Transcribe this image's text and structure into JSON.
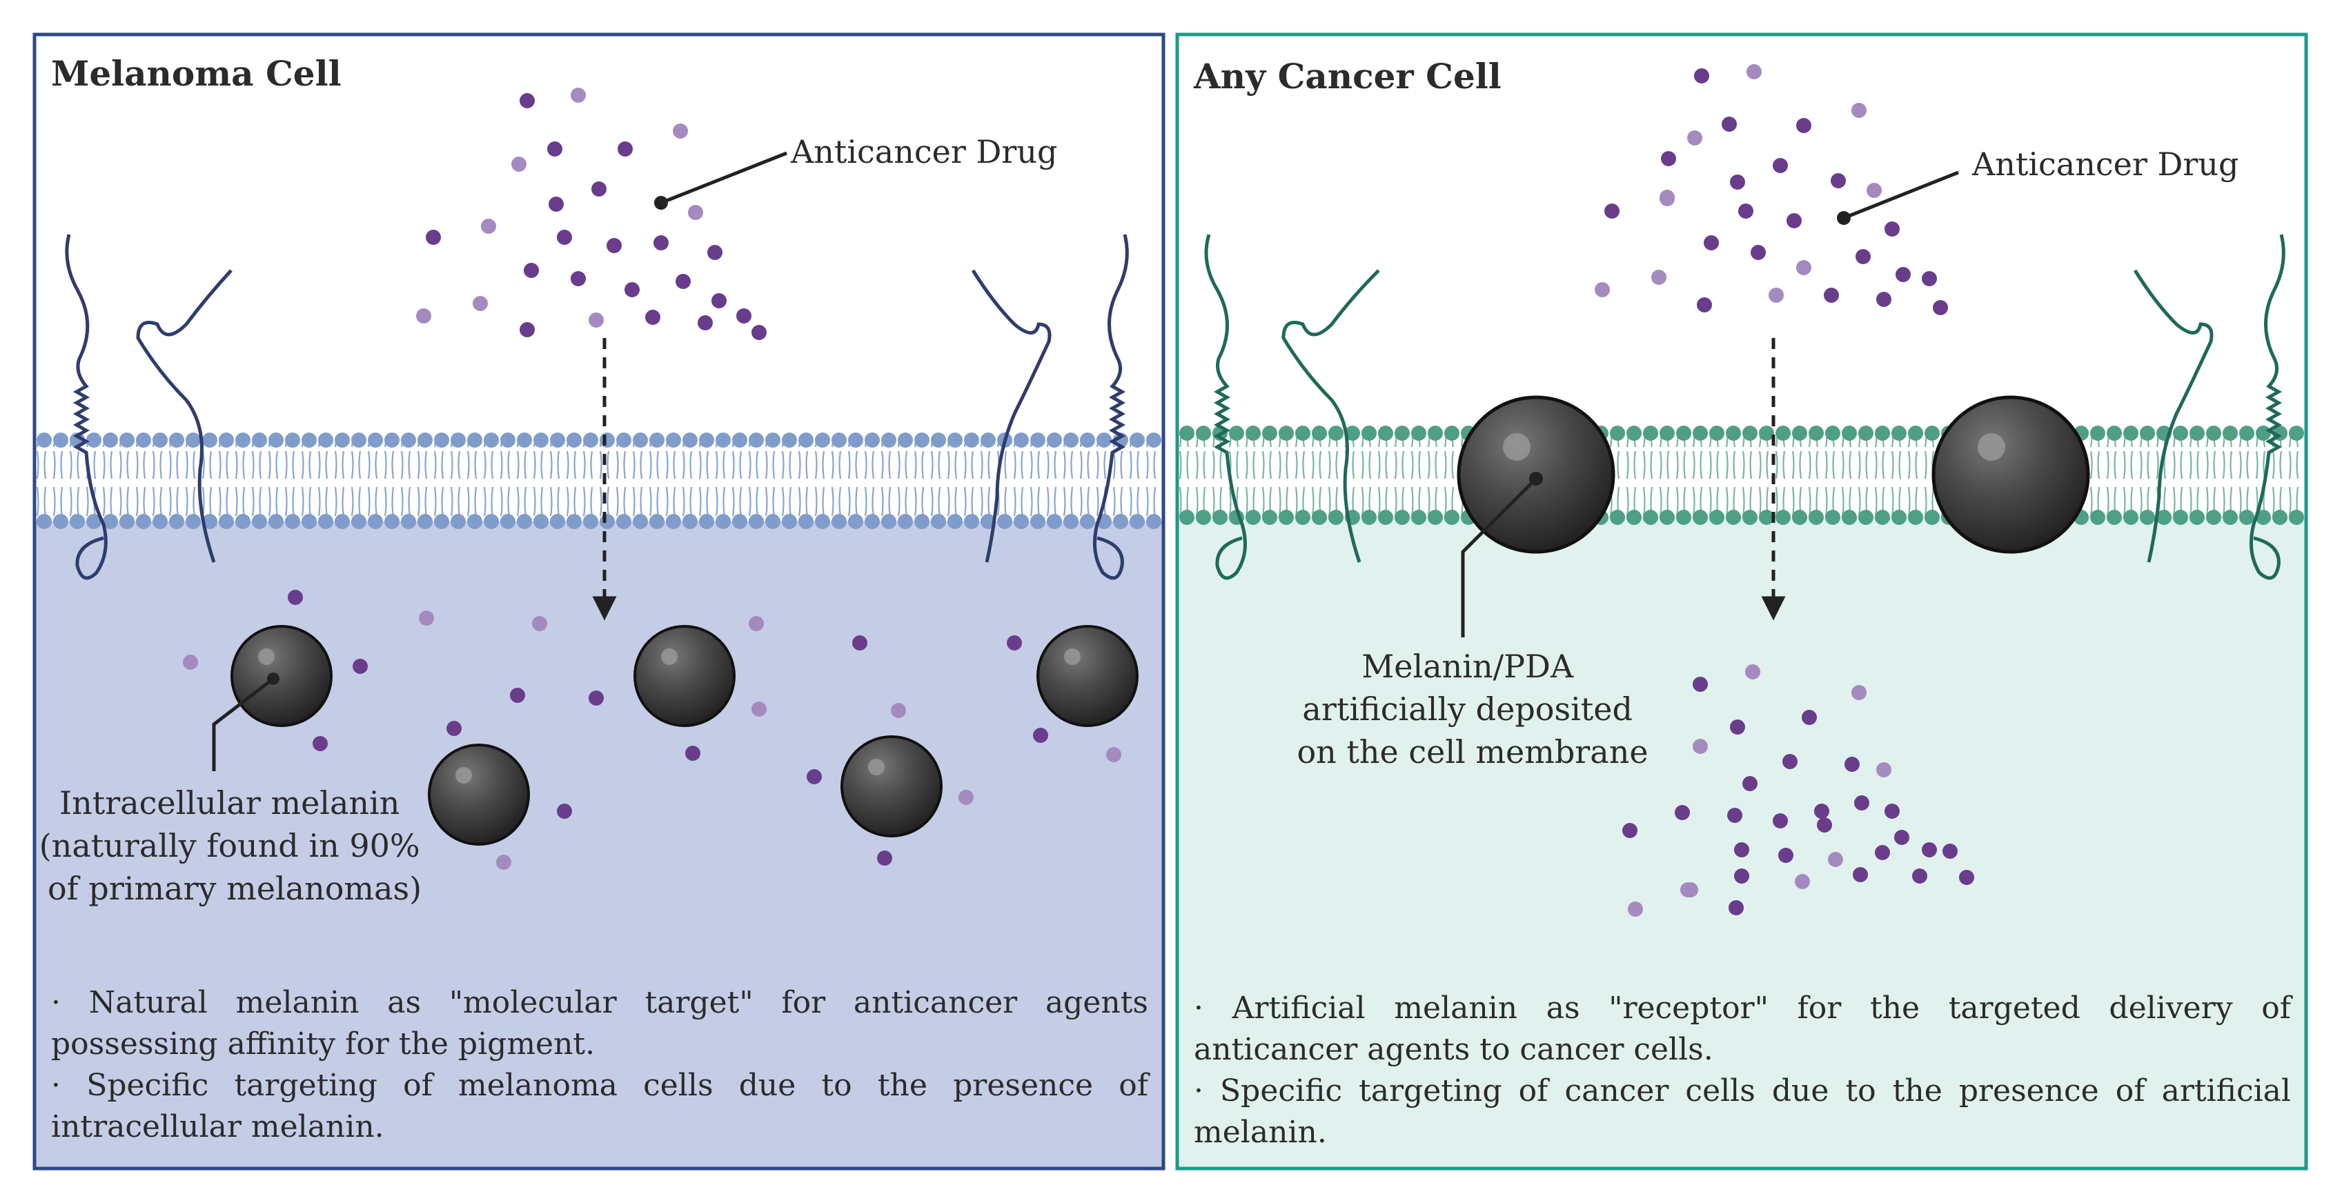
{
  "colors": {
    "left_border": "#2c4a86",
    "left_fill": "#c4cde5",
    "left_membrane": "#7f9ccb",
    "left_receptor": "#2e3d6e",
    "right_border": "#1c9a8a",
    "right_fill": "#e1f1ee",
    "right_membrane": "#4f9e86",
    "right_receptor": "#1e6a5a",
    "drug_dark": "#6a3c8c",
    "drug_light": "#a58ac0",
    "melanin": "#3a3a3a"
  },
  "icons": [
    "drug-particle-dot",
    "melanin-sphere",
    "lipid-bilayer",
    "membrane-receptor",
    "dashed-arrow"
  ],
  "left_panel": {
    "title": "Melanoma Cell",
    "drug_label": "Anticancer Drug",
    "melanin_label": [
      "Intracellular melanin",
      "(naturally found in 90%",
      "of primary melanomas)"
    ],
    "bullets": [
      "· Natural melanin as \"molecular target\" for anticancer agents possessing affinity for the pigment.",
      "· Specific targeting of melanoma cells due to the presence of intracellular melanin."
    ]
  },
  "right_panel": {
    "title": "Any Cancer Cell",
    "drug_label": "Anticancer Drug",
    "melanin_label": [
      "Melanin/PDA",
      "artificially deposited",
      "on the cell membrane"
    ],
    "bullets": [
      "· Artificial melanin as \"receptor\" for the targeted delivery of anticancer agents to cancer cells.",
      "· Specific targeting of cancer cells due to the presence of artificial melanin."
    ]
  }
}
